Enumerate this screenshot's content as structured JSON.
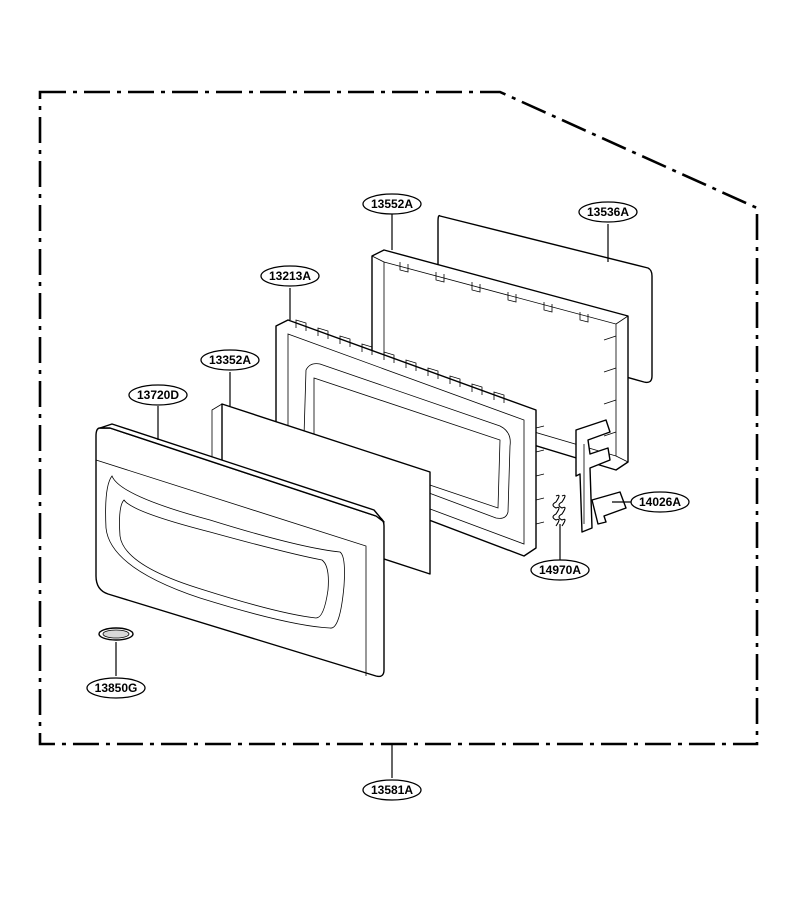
{
  "diagram": {
    "labels": [
      {
        "id": "13552A"
      },
      {
        "id": "13536A"
      },
      {
        "id": "13213A"
      },
      {
        "id": "13352A"
      },
      {
        "id": "13720D"
      },
      {
        "id": "14026A"
      },
      {
        "id": "14970A"
      },
      {
        "id": "13850G"
      },
      {
        "id": "13581A"
      }
    ]
  },
  "colors": {
    "line": "#000000",
    "background": "#ffffff"
  }
}
